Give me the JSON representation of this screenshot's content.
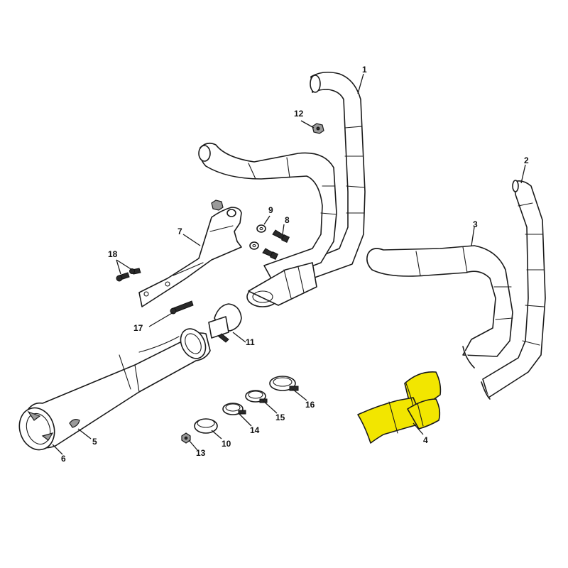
{
  "highlight_color": "#f2e600",
  "labels": {
    "p1": "1",
    "p2": "2",
    "p3": "3",
    "p4": "4",
    "p5": "5",
    "p6": "6",
    "p7": "7",
    "p8": "8",
    "p9": "9",
    "p10": "10",
    "p11": "11",
    "p12": "12",
    "p13": "13",
    "p14": "14",
    "p15": "15",
    "p16": "16",
    "p17": "17",
    "p18": "18"
  }
}
